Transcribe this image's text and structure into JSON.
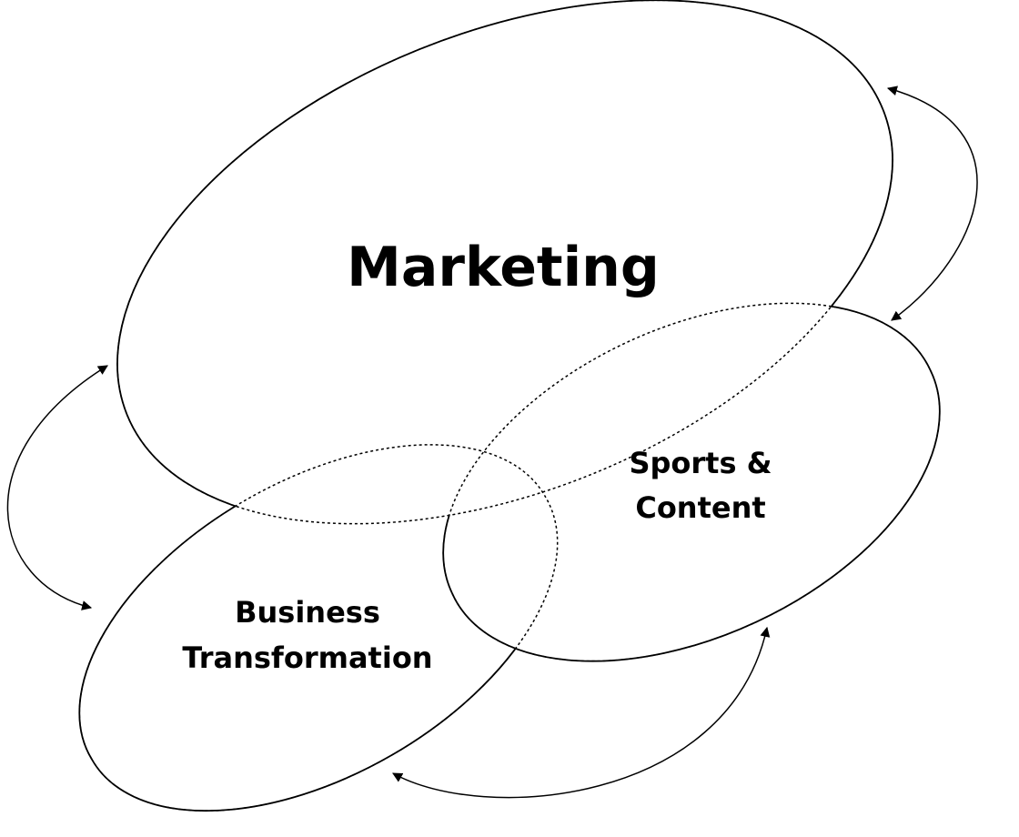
{
  "diagram": {
    "title": "Marketing",
    "circles": [
      {
        "id": "marketing",
        "label_lines": [
          "Marketing"
        ]
      },
      {
        "id": "sports",
        "label_lines": [
          "Sports &",
          "Content"
        ]
      },
      {
        "id": "business",
        "label_lines": [
          "Business",
          "Transformation"
        ]
      }
    ],
    "arrows": [
      {
        "from": "marketing",
        "to": "sports",
        "bidirectional": true
      },
      {
        "from": "sports",
        "to": "business",
        "bidirectional": true
      },
      {
        "from": "business",
        "to": "marketing",
        "bidirectional": true
      }
    ],
    "colors": {
      "stroke": "#000000",
      "background": "#ffffff"
    }
  }
}
